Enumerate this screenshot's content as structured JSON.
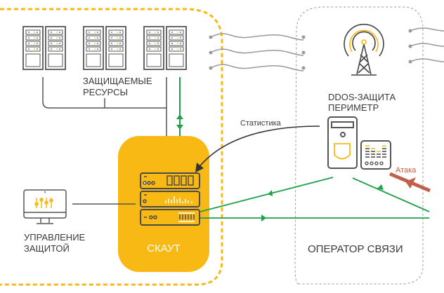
{
  "labels": {
    "protected_resources": [
      "ЗАЩИЩАЕМЫЕ",
      "РЕСУРСЫ"
    ],
    "ddos_perimeter": [
      "DDOS-ЗАЩИТА",
      "ПЕРИМЕТР"
    ],
    "statistics": "Статистика",
    "management": [
      "УПРАВЛЕНИЕ",
      "ЗАЩИТОЙ"
    ],
    "skat": "СКАУТ",
    "operator": "ОПЕРАТОР СВЯЗИ",
    "attack": "Атака"
  },
  "colors": {
    "accent_yellow": "#F9B914",
    "flow_green": "#1FA04A",
    "attack_red": "#C0604A",
    "line_gray": "#555555",
    "wave_gray": "#9a9a9a"
  }
}
